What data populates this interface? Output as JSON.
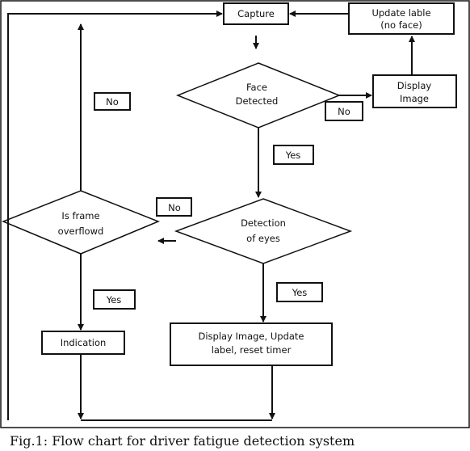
{
  "nodes": {
    "capture": "Capture",
    "update_label_line1": "Update lable",
    "update_label_line2": "(no face)",
    "face_detected_line1": "Face",
    "face_detected_line2": "Detected",
    "display_image_line1": "Display",
    "display_image_line2": "Image",
    "frame_overflow_line1": "Is frame",
    "frame_overflow_line2": "overflowd",
    "detection_eyes_line1": "Detection",
    "detection_eyes_line2": "of eyes",
    "indication": "Indication",
    "display_update_line1": "Display Image, Update",
    "display_update_line2": "label, reset timer"
  },
  "labels": {
    "no_face": "No",
    "yes_face": "Yes",
    "no_frame": "No",
    "no_eyes": "No",
    "yes_eyes": "Yes",
    "yes_frame": "Yes"
  },
  "caption": "Fig.1: Flow chart for driver fatigue detection system"
}
